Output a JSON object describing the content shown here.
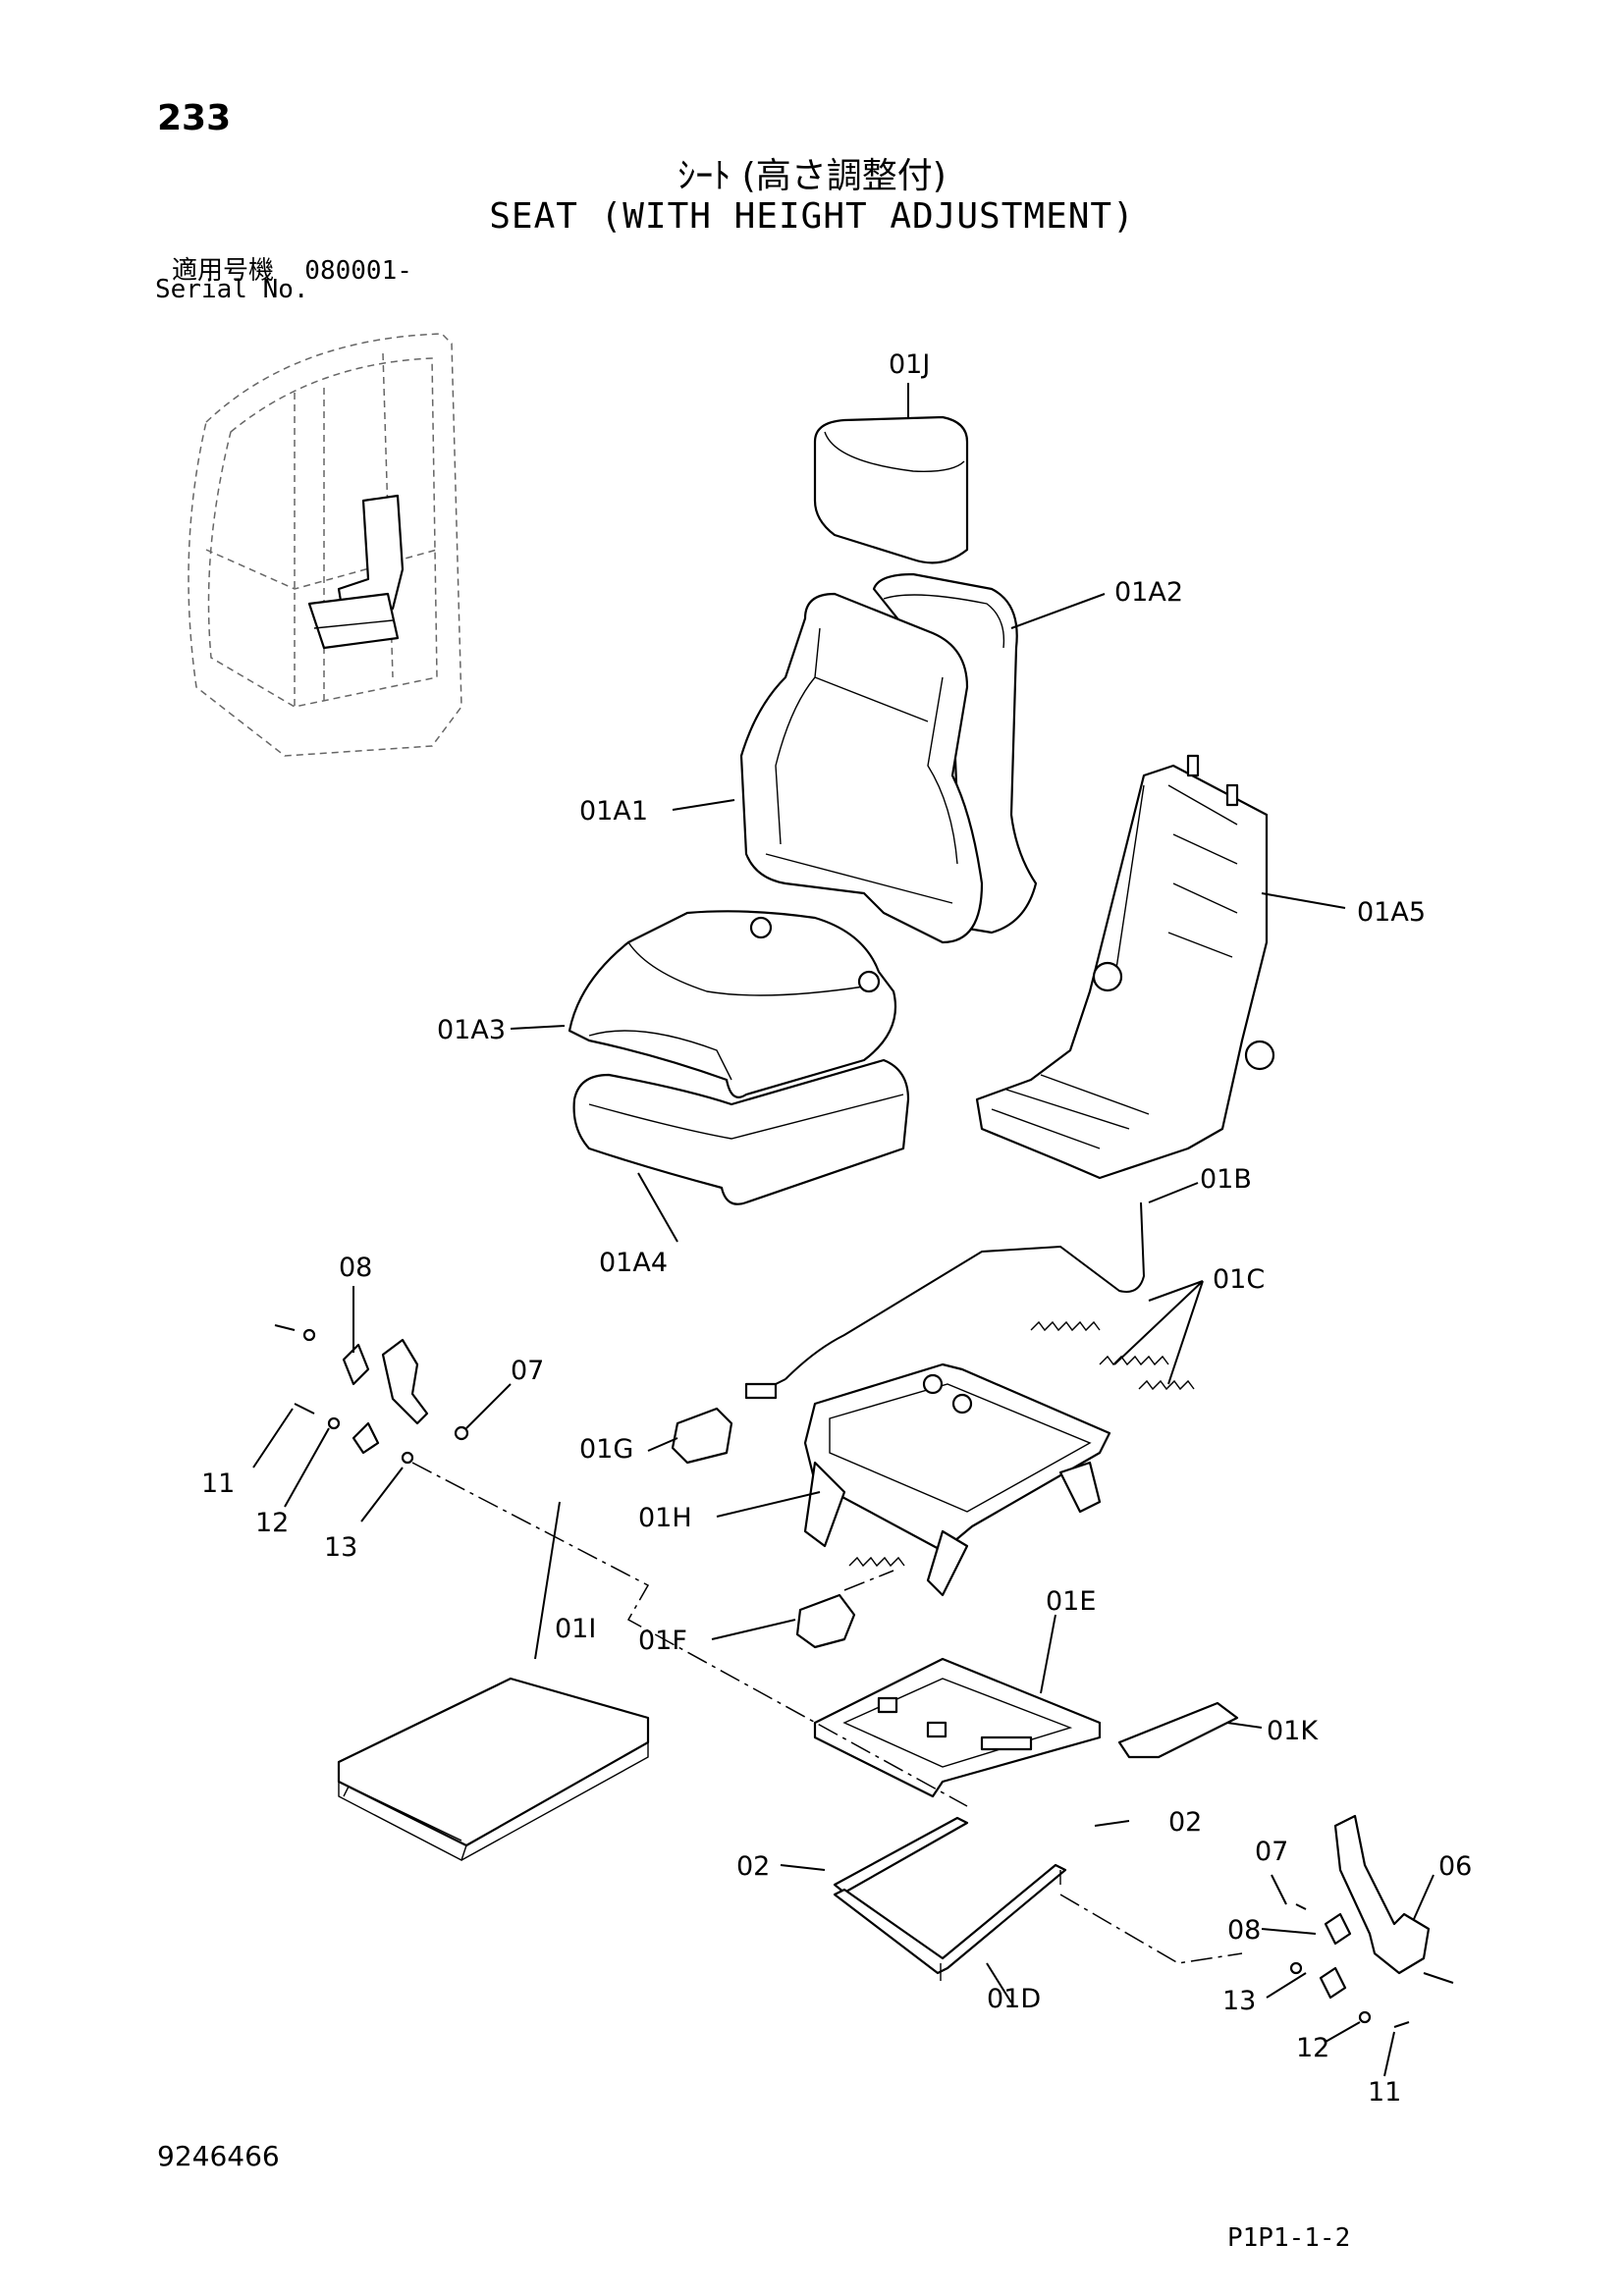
{
  "header": {
    "page_number": "233",
    "title_jp": "ｼｰﾄ (高さ調整付)",
    "title_en": "SEAT (WITH HEIGHT ADJUSTMENT)",
    "serial_label_jp": "適用号機  080001-",
    "serial_label_en": "Serial No."
  },
  "callouts": {
    "c01J": "01J",
    "c01A2": "01A2",
    "c01A1": "01A1",
    "c01A5": "01A5",
    "c01A3": "01A3",
    "c01A4": "01A4",
    "c01B": "01B",
    "c01C": "01C",
    "c08a": "08",
    "c07a": "07",
    "c11a": "11",
    "c12a": "12",
    "c13a": "13",
    "c01G": "01G",
    "c01H": "01H",
    "c01I": "01I",
    "c01F": "01F",
    "c01E": "01E",
    "c01K": "01K",
    "c02a": "02",
    "c02b": "02",
    "c07b": "07",
    "c06": "06",
    "c08b": "08",
    "c01D": "01D",
    "c13b": "13",
    "c12b": "12",
    "c11b": "11"
  },
  "footer": {
    "document_number": "9246466",
    "page_ref": "P1P1-1-2"
  }
}
